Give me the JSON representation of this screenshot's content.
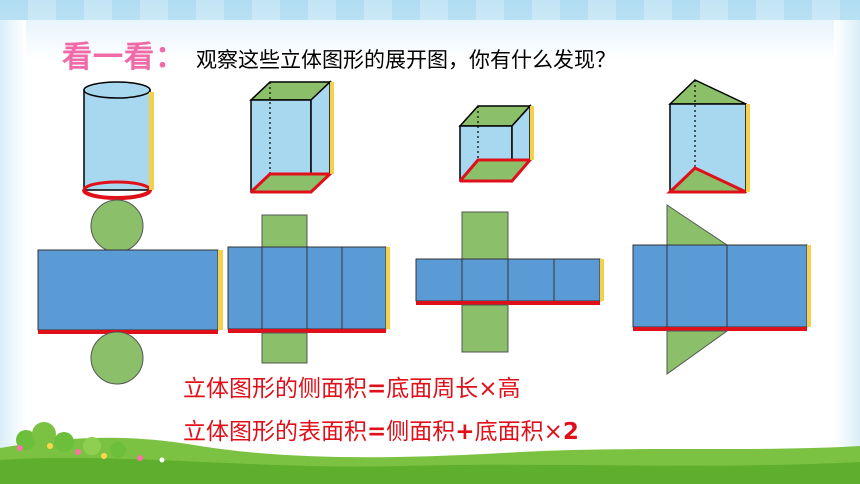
{
  "title": {
    "label": "看一看",
    "colon": "：",
    "question": "观察这些立体图形的展开图，你有什么发现？"
  },
  "formulas": {
    "line1": {
      "part1": "立体图形的侧面积",
      "eq": "=",
      "part2": "底面周长×高"
    },
    "line2": {
      "part1": "立体图形的表面积",
      "eq": "=",
      "part2": "侧面积",
      "plus": "+",
      "part3": "底面积×",
      "two": "2"
    }
  },
  "colors": {
    "title_pink": "#f06aa8",
    "formula_red": "#e0101a",
    "side_face_blue": "#5b9bd5",
    "base_green": "#8cbf6a",
    "edge_red": "#e0101a",
    "height_yellow": "#f5d04a",
    "solid_fill": "#a8d8f0"
  },
  "figures": [
    {
      "solid": "cylinder",
      "net": "cylinder-net"
    },
    {
      "solid": "rectangular-prism",
      "net": "prism-net"
    },
    {
      "solid": "cube",
      "net": "cube-net"
    },
    {
      "solid": "triangular-prism",
      "net": "triangular-prism-net"
    }
  ]
}
